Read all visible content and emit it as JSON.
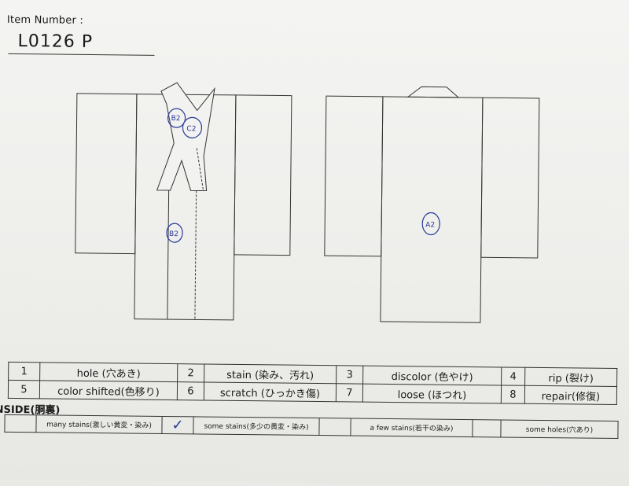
{
  "item": {
    "label": "Item Number :",
    "value": "L0126   P"
  },
  "marks": {
    "front_collar_1": "B2",
    "front_collar_2": "C2",
    "front_panel": "B2",
    "back_panel": "A2"
  },
  "codes": [
    {
      "num": "1",
      "label": "hole (穴あき)"
    },
    {
      "num": "2",
      "label": "stain (染み、汚れ)"
    },
    {
      "num": "3",
      "label": "discolor (色やけ)"
    },
    {
      "num": "4",
      "label": "rip (裂け)"
    },
    {
      "num": "5",
      "label": "color shifted(色移り)"
    },
    {
      "num": "6",
      "label": "scratch (ひっかき傷)"
    },
    {
      "num": "7",
      "label": "loose (ほつれ)"
    },
    {
      "num": "8",
      "label": "repair(修復)"
    }
  ],
  "inside": {
    "label": "NSIDE(胴裏)",
    "options": [
      {
        "check": "",
        "label": "many stains(激しい黄変・染み)"
      },
      {
        "check": "✓",
        "label": "some stains(多少の黄変・染み)"
      },
      {
        "check": "",
        "label": "a few stains(若干の染み)"
      },
      {
        "check": "",
        "label": "some holes(穴あり)"
      }
    ]
  },
  "colors": {
    "ink": "#2a3a9a",
    "lines": "#333333"
  }
}
